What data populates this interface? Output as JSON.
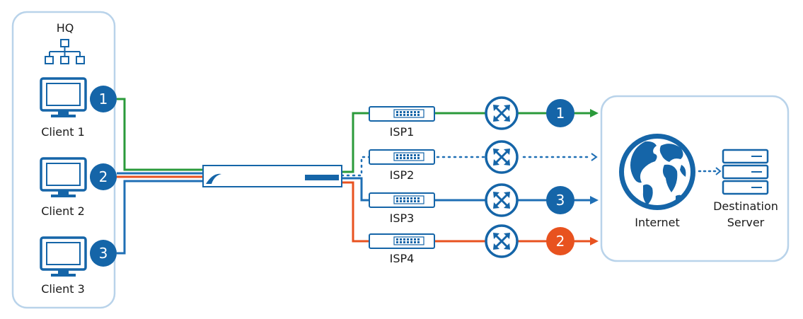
{
  "hq": {
    "title": "HQ"
  },
  "clients": [
    {
      "label": "Client 1",
      "badge": "1",
      "color": "#2a9a3a"
    },
    {
      "label": "Client 2",
      "badge": "2",
      "color": "#e8521f"
    },
    {
      "label": "Client 3",
      "badge": "3",
      "color": "#1f6fb5"
    }
  ],
  "isps": [
    {
      "label": "ISP1",
      "badge": "1",
      "line": "solid",
      "color": "#2a9a3a"
    },
    {
      "label": "ISP2",
      "badge": "",
      "line": "dotted",
      "color": "#1f6fb5"
    },
    {
      "label": "ISP3",
      "badge": "3",
      "line": "solid",
      "color": "#1f6fb5"
    },
    {
      "label": "ISP4",
      "badge": "2",
      "line": "solid",
      "color": "#e8521f"
    }
  ],
  "internet": {
    "label": "Internet"
  },
  "destination": {
    "label_line1": "Destination",
    "label_line2": "Server"
  },
  "colors": {
    "dark_blue": "#1565a8",
    "box_outline": "#b9d3ea",
    "green": "#2a9a3a",
    "orange": "#e8521f",
    "blue": "#1f6fb5"
  },
  "icons": {
    "network": "network-tree-icon",
    "client": "monitor-icon",
    "firewall": "firewall-appliance-icon",
    "switch": "switch-icon",
    "router": "router-icon",
    "globe": "globe-icon",
    "server": "server-icon"
  }
}
